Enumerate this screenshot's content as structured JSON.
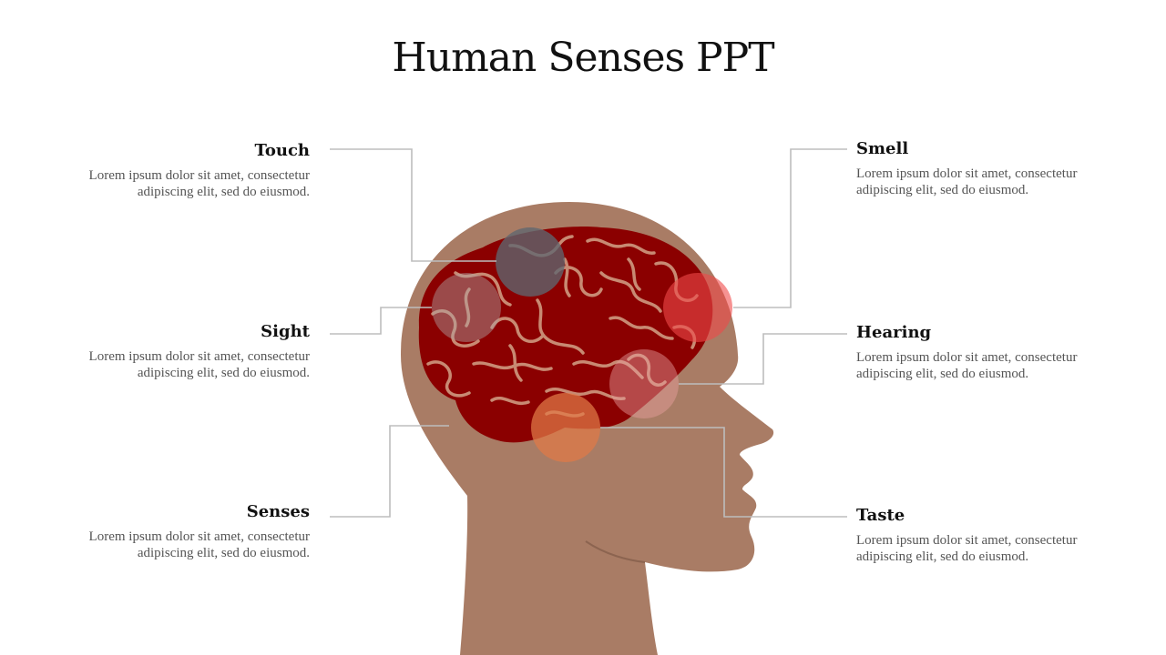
{
  "title": "Human Senses PPT",
  "colors": {
    "head": "#a97c65",
    "brain": "#8b0000",
    "folds": "#c88a73",
    "connector": "#bdbdbd"
  },
  "labels": [
    {
      "id": "touch",
      "heading": "Touch",
      "body_line1": "Lorem ipsum dolor sit amet, consectetur",
      "body_line2": "adipiscing elit, sed do eiusmod."
    },
    {
      "id": "sight",
      "heading": "Sight",
      "body_line1": "Lorem ipsum dolor sit amet, consectetur",
      "body_line2": "adipiscing elit, sed do eiusmod."
    },
    {
      "id": "senses",
      "heading": "Senses",
      "body_line1": "Lorem ipsum dolor sit amet, consectetur",
      "body_line2": "adipiscing elit, sed do eiusmod."
    },
    {
      "id": "smell",
      "heading": "Smell",
      "body_line1": "Lorem ipsum dolor sit amet, consectetur",
      "body_line2": "adipiscing elit, sed do eiusmod."
    },
    {
      "id": "hearing",
      "heading": "Hearing",
      "body_line1": "Lorem ipsum dolor sit amet, consectetur",
      "body_line2": "adipiscing elit, sed do eiusmod."
    },
    {
      "id": "taste",
      "heading": "Taste",
      "body_line1": "Lorem ipsum dolor sit amet, consectetur",
      "body_line2": "adipiscing elit, sed do eiusmod."
    }
  ]
}
